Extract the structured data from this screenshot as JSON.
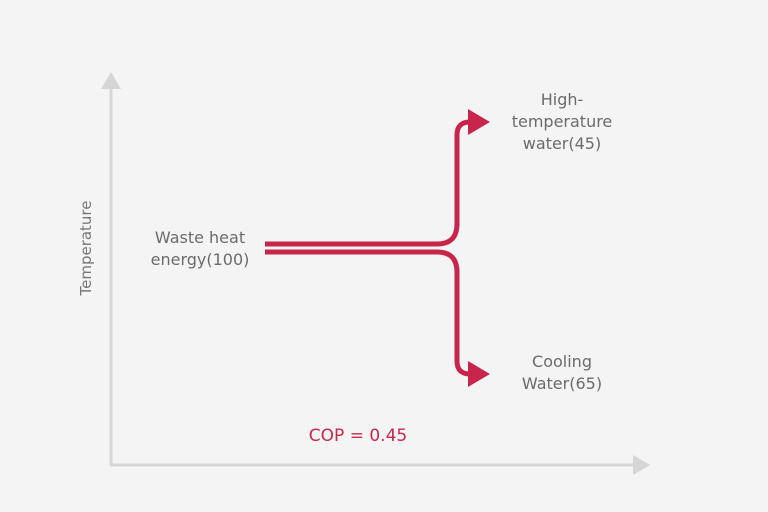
{
  "axes": {
    "y_label": "Temperature"
  },
  "nodes": {
    "source": {
      "line1": "Waste heat",
      "line2": "energy(100)",
      "value": 100
    },
    "high_temp": {
      "line1": "High-",
      "line2": "temperature",
      "line3": "water(45)",
      "value": 45
    },
    "cooling": {
      "line1": "Cooling",
      "line2": "Water(65)",
      "value": 65
    }
  },
  "cop": {
    "text": "COP = 0.45",
    "value": 0.45
  },
  "colors": {
    "flow": "#c8254b",
    "axis": "#d6d6d6",
    "text": "#6b6b6b",
    "background": "#f4f4f4"
  }
}
